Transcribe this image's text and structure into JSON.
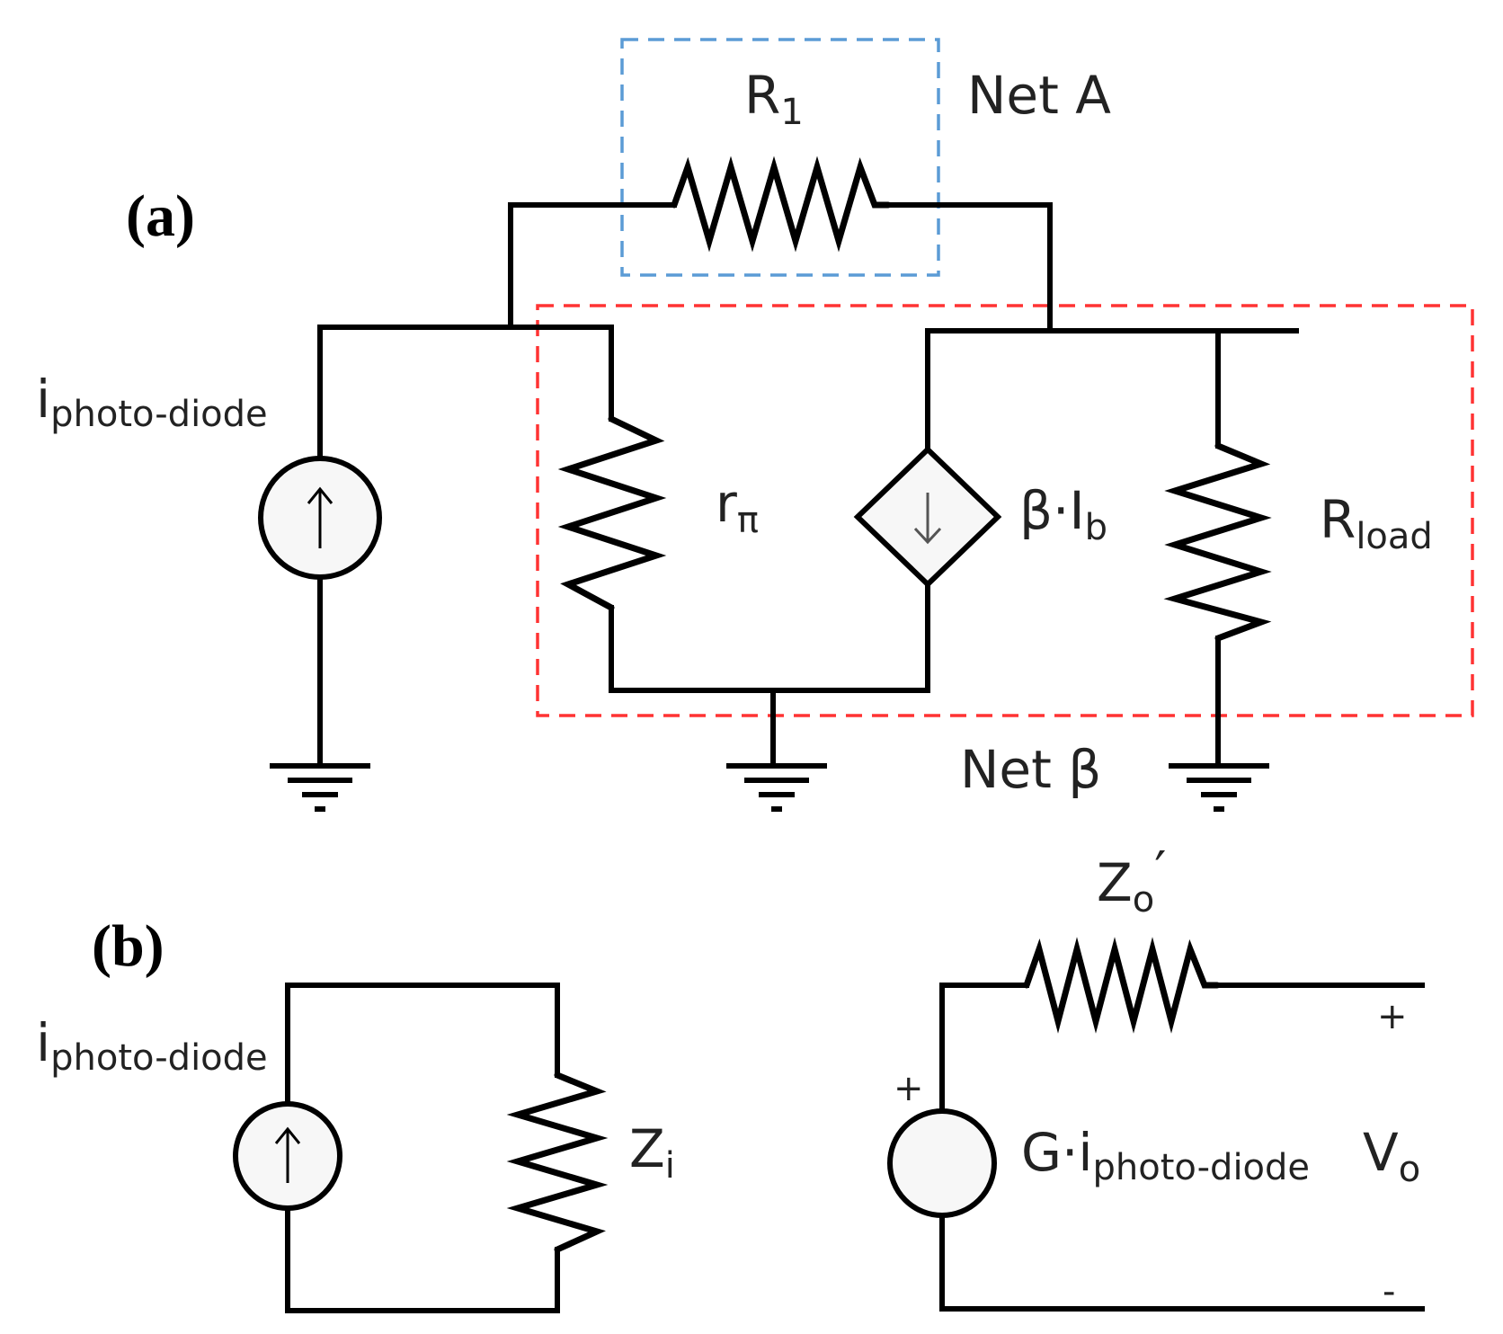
{
  "panel_a": {
    "label": "(a)",
    "net_a_label": "Net A",
    "net_b_label": "Net β",
    "r1": {
      "main": "R",
      "sub": "1"
    },
    "r_pi": {
      "main": "r",
      "sub": "π"
    },
    "dep_source": {
      "main": "β·I",
      "sub": "b"
    },
    "r_load": {
      "main": "R",
      "sub": "load"
    },
    "i_source": {
      "main": "i",
      "sub": "photo-diode"
    }
  },
  "panel_b": {
    "label": "(b)",
    "i_source": {
      "main": "i",
      "sub": "photo-diode"
    },
    "z_i": {
      "main": "Z",
      "sub": "i"
    },
    "z_o": {
      "main": "Z",
      "sub": "o",
      "suffix": "′"
    },
    "v_source": {
      "main": "G·i",
      "sub": "photo-diode"
    },
    "v_o": {
      "main": "V",
      "sub": "o"
    },
    "plus_source": "+",
    "plus_out": "+",
    "minus_out": "-"
  },
  "colors": {
    "net_a_box": "#5b9bd5",
    "net_b_box": "#ff3333",
    "wire": "#000000"
  },
  "icons": [
    "current-source-up-arrow-icon",
    "dependent-current-source-down-arrow-icon",
    "ground-icon",
    "voltage-source-icon"
  ]
}
